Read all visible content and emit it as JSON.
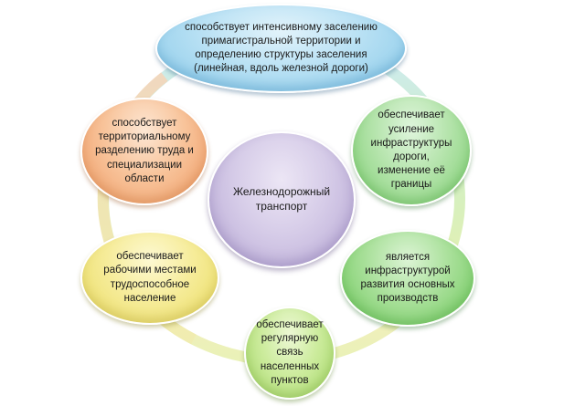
{
  "diagram": {
    "center": {
      "text": "Железнодорожный транспорт",
      "color": "#c9bde0"
    },
    "nodes": [
      {
        "id": "top",
        "text": "способствует интенсивному заселению примагистральной территории и определению структуры заселения (линейная, вдоль железной дороги)",
        "color": "#b9e1f4"
      },
      {
        "id": "upper-right",
        "text": "обеспечивает усиление инфраструктуры дороги, изменение её границы",
        "color": "#b5e4ac"
      },
      {
        "id": "lower-right",
        "text": "является инфраструктурой развития основных производств",
        "color": "#a9e09a"
      },
      {
        "id": "bottom",
        "text": "обеспечивает регулярную связь населенных пунктов",
        "color": "#cdec9e"
      },
      {
        "id": "lower-left",
        "text": "обеспечивает рабочими местами трудоспособное население",
        "color": "#f6ec9a"
      },
      {
        "id": "upper-left",
        "text": "способствует территориальному разделению труда и специализации области",
        "color": "#f8c49b"
      }
    ],
    "ring_colors": [
      "#b8e2f2",
      "#bfe9b4",
      "#d6eda8",
      "#f3edb0",
      "#f5cfae"
    ]
  }
}
